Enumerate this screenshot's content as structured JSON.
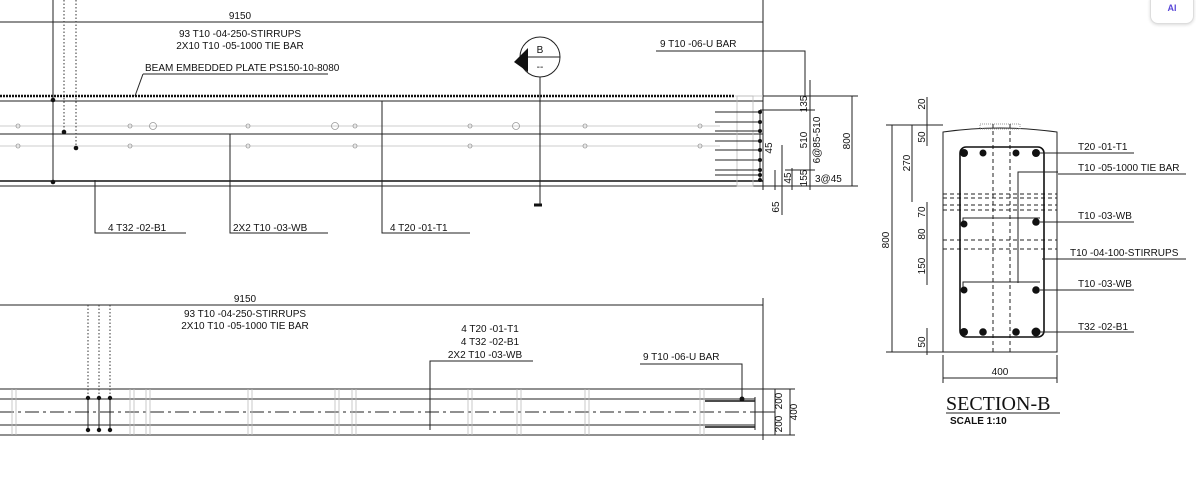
{
  "ai_badge": "AI",
  "elevation": {
    "length_dim": "9150",
    "stirrups": "93 T10 -04-250-STIRRUPS",
    "tie_bar": "2X10 T10 -05-1000 TIE BAR",
    "embedded_plate": "BEAM EMBEDDED PLATE PS150-10-8080",
    "section_marker": "B",
    "section_marker_sub": "--",
    "u_bar": "9 T10 -06-U BAR",
    "label_b1": "4 T32 -02-B1",
    "label_wb": "2X2 T10 -03-WB",
    "label_t1": "4 T20 -01-T1",
    "dims": {
      "d135": "135",
      "d510": "510",
      "spacing": "6@85-510",
      "d800": "800",
      "d45a": "45",
      "d45b": "45",
      "d155": "155",
      "spacing2": "3@45",
      "d65": "65"
    }
  },
  "plan": {
    "length_dim": "9150",
    "stirrups": "93 T10 -04-250-STIRRUPS",
    "tie_bar": "2X10 T10 -05-1000 TIE BAR",
    "label_t1": "4 T20 -01-T1",
    "label_b1": "4 T32 -02-B1",
    "label_wb": "2X2 T10 -03-WB",
    "u_bar": "9 T10 -06-U BAR",
    "dims": {
      "d200a": "200",
      "d200b": "200",
      "d400": "400"
    }
  },
  "section": {
    "title": "SECTION-B",
    "scale": "SCALE 1:10",
    "labels": [
      "T20 -01-T1",
      "T10 -05-1000 TIE BAR",
      "T10 -03-WB",
      "T10 -04-100-STIRRUPS",
      "T10 -03-WB",
      "T32 -02-B1"
    ],
    "dims": {
      "d20": "20",
      "d50top": "50",
      "d270": "270",
      "d70": "70",
      "d80": "80",
      "d150": "150",
      "d50bot": "50",
      "d800": "800",
      "d400": "400"
    }
  }
}
